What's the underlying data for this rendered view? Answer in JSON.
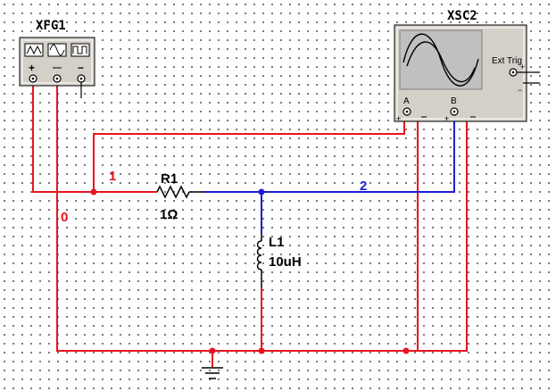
{
  "instruments": {
    "function_generator": {
      "name": "XFG1",
      "plus": "+",
      "minus": "−"
    },
    "oscilloscope": {
      "name": "XSC2",
      "ext_trig": "Ext Trig",
      "channel_a": "A",
      "channel_b": "B",
      "plus": "+",
      "minus": "−"
    }
  },
  "components": {
    "resistor": {
      "ref": "R1",
      "value": "1Ω"
    },
    "inductor": {
      "ref": "L1",
      "value": "10uH"
    }
  },
  "nets": {
    "net_0": "0",
    "net_1": "1",
    "net_2": "2"
  },
  "colors": {
    "red_wire": "#e8141e",
    "blue_wire": "#1e1ed2",
    "instrument_fill": "#d4d0c8",
    "scope_screen": "#c0c0c0",
    "component": "#000000"
  }
}
